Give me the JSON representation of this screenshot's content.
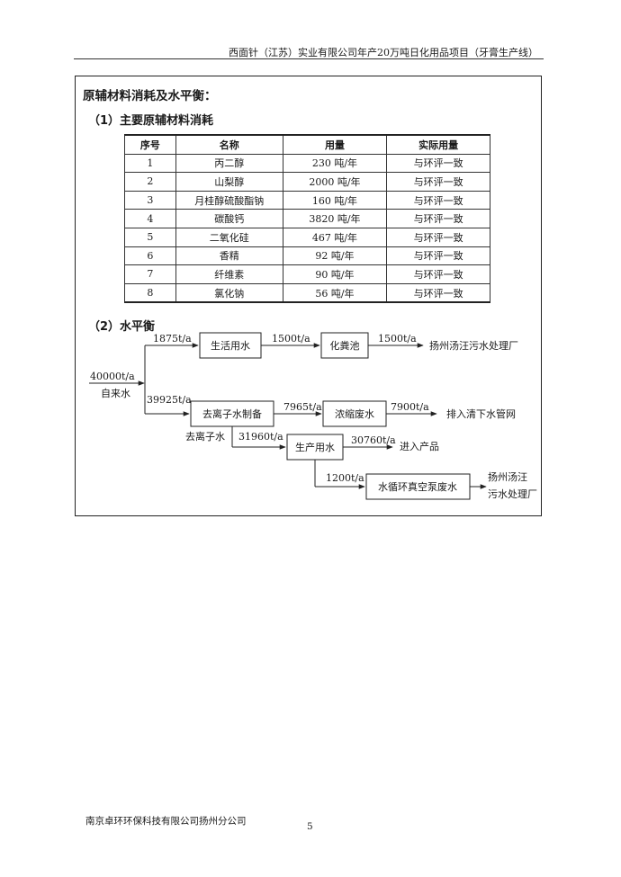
{
  "header": {
    "text": "西面针（江苏）实业有限公司年产20万吨日化用品项目（牙膏生产线）"
  },
  "section": {
    "title": "原辅材料消耗及水平衡：",
    "sub1": "（1）主要原辅材料消耗",
    "sub2": "（2）水平衡"
  },
  "table": {
    "headers": [
      "序号",
      "名称",
      "用量",
      "实际用量"
    ],
    "rows": [
      [
        "1",
        "丙二醇",
        "230 吨/年",
        "与环评一致"
      ],
      [
        "2",
        "山梨醇",
        "2000 吨/年",
        "与环评一致"
      ],
      [
        "3",
        "月桂醇硫酸酯钠",
        "160 吨/年",
        "与环评一致"
      ],
      [
        "4",
        "碳酸钙",
        "3820 吨/年",
        "与环评一致"
      ],
      [
        "5",
        "二氧化硅",
        "467 吨/年",
        "与环评一致"
      ],
      [
        "6",
        "香精",
        "92 吨/年",
        "与环评一致"
      ],
      [
        "7",
        "纤维素",
        "90 吨/年",
        "与环评一致"
      ],
      [
        "8",
        "氯化钠",
        "56 吨/年",
        "与环评一致"
      ]
    ]
  },
  "flow": {
    "boxes": {
      "domestic": "生活用水",
      "septic": "化粪池",
      "deion": "去离子水制备",
      "concentrate": "浓缩废水",
      "production": "生产用水",
      "vacuum": "水循环真空泵废水"
    },
    "labels": {
      "tap_amount": "40000t/a",
      "tap": "自来水",
      "to_domestic": "1875t/a",
      "domestic_to_septic": "1500t/a",
      "septic_out": "1500t/a",
      "to_deion": "39925t/a",
      "deion_to_conc": "7965t/a",
      "conc_out": "7900t/a",
      "deion_water": "去离子水",
      "deion_to_prod": "31960t/a",
      "prod_out": "30760t/a",
      "prod_to_vacuum": "1200t/a"
    },
    "destinations": {
      "plant1": "扬州汤汪污水处理厂",
      "drain": "排入清下水管网",
      "product": "进入产品",
      "plant2_line1": "扬州汤汪",
      "plant2_line2": "污水处理厂"
    }
  },
  "footer": {
    "company": "南京卓环环保科技有限公司扬州分公司",
    "page": "5"
  }
}
